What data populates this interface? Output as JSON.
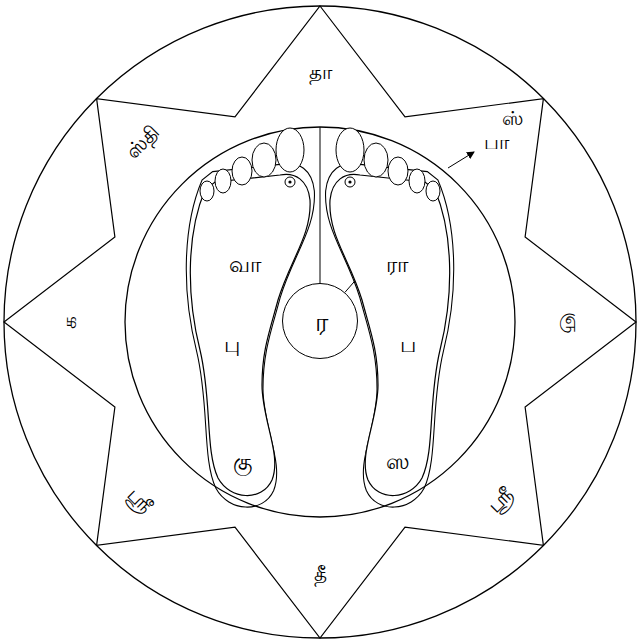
{
  "diagram": {
    "nodes": [
      {
        "text": [
          "வா",
          "பு",
          "கு"
        ]
      },
      {
        "text": [
          "ர"
        ]
      },
      {
        "text": [
          "ரா",
          "ப",
          "ஸ"
        ]
      }
    ],
    "edges": [
      {
        "from": 1,
        "to": 2,
        "arrow": "to"
      }
    ],
    "labels": [
      "தா",
      "ஸ்",
      "பா",
      "ஞ",
      "ஸ்ரீ",
      "தீ",
      "ஸ்ரீ",
      "க",
      "ஸ்தி"
    ]
  }
}
